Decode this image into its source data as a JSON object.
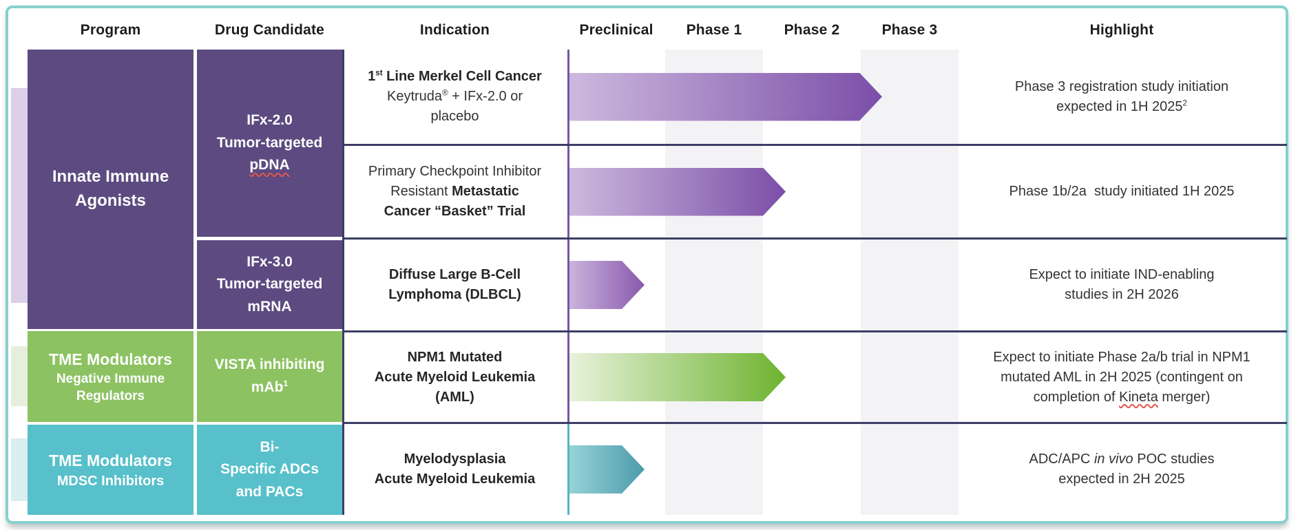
{
  "header": {
    "program": "Program",
    "drug_candidate": "Drug Candidate",
    "indication": "Indication",
    "preclinical": "Preclinical",
    "phase1": "Phase 1",
    "phase2": "Phase 2",
    "phase3": "Phase 3",
    "highlight": "Highlight"
  },
  "programs": {
    "p1": {
      "line1": "Innate Immune",
      "line2": "Agonists"
    },
    "p2": {
      "line1": "TME Modulators",
      "line2": "Negative Immune",
      "line3": "Regulators"
    },
    "p3": {
      "line1": "TME Modulators",
      "line2": "MDSC Inhibitors"
    }
  },
  "drugs": {
    "d1": {
      "line1": "IFx-2.0",
      "line2": "Tumor-targeted",
      "line3": "pDNA"
    },
    "d2": {
      "line1": "IFx-3.0",
      "line2": "Tumor-targeted",
      "line3": "mRNA"
    },
    "d3": {
      "line1": "VISTA inhibiting",
      "line2": "mAb",
      "sup": "1"
    },
    "d4": {
      "line1": "Bi-",
      "line2": "Specific ADCs",
      "line3": "and PACs"
    }
  },
  "rows": [
    {
      "indication": {
        "l1a": "1",
        "l1sup": "st",
        "l1b": " Line Merkel Cell Cancer",
        "l2a": "Keytruda",
        "l2sup": "®",
        "l2b": " + IFx-2.0 or",
        "l3": "placebo"
      },
      "highlight": {
        "l1": "Phase 3 registration study initiation",
        "l2": "expected in 1H 2025",
        "l2sup": "2"
      }
    },
    {
      "indication": {
        "l1": "Primary Checkpoint Inhibitor",
        "l2a": "Resistant ",
        "l2b": "Metastatic",
        "l3": "Cancer “Basket” Trial"
      },
      "highlight": {
        "l1": "Phase 1b/2a  study initiated 1H 2025"
      }
    },
    {
      "indication": {
        "l1": "Diffuse Large B-Cell",
        "l2": "Lymphoma (DLBCL)"
      },
      "highlight": {
        "l1": "Expect to initiate IND-enabling",
        "l2": "studies in 2H 2026"
      }
    },
    {
      "indication": {
        "l1": "NPM1 Mutated",
        "l2": "Acute Myeloid Leukemia",
        "l3": "(AML)"
      },
      "highlight": {
        "l1": "Expect to initiate Phase 2a/b trial in NPM1",
        "l2": "mutated AML in 2H 2025 (contingent on",
        "l3a": "completion of ",
        "l3b": "Kineta",
        "l3c": " merger)"
      }
    },
    {
      "indication": {
        "l1": "Myelodysplasia",
        "l2": "Acute Myeloid Leukemia"
      },
      "highlight": {
        "l1a": "ADC/APC ",
        "l1b": "in vivo",
        "l1c": " POC studies",
        "l2": "expected in 2H 2025"
      }
    }
  ],
  "chart_data": {
    "type": "gantt",
    "phases": [
      "Preclinical",
      "Phase 1",
      "Phase 2",
      "Phase 3"
    ],
    "axis_range": [
      0,
      4
    ],
    "grid": "alternating column shading on Phase 1 and Phase 3",
    "rows": [
      {
        "program": "Innate Immune Agonists",
        "drug": "IFx-2.0 Tumor-targeted pDNA",
        "indication": "1st Line Merkel Cell Cancer — Keytruda + IFx-2.0 or placebo",
        "progress_phases": 3.2,
        "progress_label": "through Phase 2, entering Phase 3",
        "end_frac": 0.8,
        "color_start": "#cdb9de",
        "color_end": "#7b4ea8"
      },
      {
        "program": "Innate Immune Agonists",
        "drug": "IFx-2.0 Tumor-targeted pDNA",
        "indication": "Primary Checkpoint Inhibitor Resistant Metastatic Cancer “Basket” Trial",
        "progress_phases": 2.2,
        "progress_label": "through Phase 1, entering Phase 2",
        "end_frac": 0.553,
        "color_start": "#cdb9de",
        "color_end": "#7b4ea8"
      },
      {
        "program": "Innate Immune Agonists",
        "drug": "IFx-3.0 Tumor-targeted mRNA",
        "indication": "Diffuse Large B-Cell Lymphoma (DLBCL)",
        "progress_phases": 0.8,
        "progress_label": "Preclinical",
        "end_frac": 0.192,
        "color_start": "#c9b4dc",
        "color_end": "#8a58ad"
      },
      {
        "program": "TME Modulators — Negative Immune Regulators",
        "drug": "VISTA inhibiting mAb",
        "indication": "NPM1 Mutated Acute Myeloid Leukemia (AML)",
        "progress_phases": 2.2,
        "progress_label": "through Phase 1, entering Phase 2",
        "end_frac": 0.553,
        "color_start": "#e8f2dc",
        "color_end": "#6db32f"
      },
      {
        "program": "TME Modulators — MDSC Inhibitors",
        "drug": "Bi-Specific ADCs and PACs",
        "indication": "Myelodysplasia / Acute Myeloid Leukemia",
        "progress_phases": 0.8,
        "progress_label": "Preclinical",
        "end_frac": 0.192,
        "color_start": "#96d3d7",
        "color_end": "#4d9bac"
      }
    ]
  },
  "colors": {
    "purple_cell": "#5c4a80",
    "green_cell": "#8cc261",
    "teal_cell": "#57c0ca",
    "divider_navy": "#3d3d66",
    "axis_purple": "#7257a3",
    "axis_teal": "#53b6bd",
    "outer_border_teal": "#86d0cd",
    "column_band_gray": "#f3f3f5",
    "accent_lavender": "#dbd0e8",
    "accent_green": "#e6efdb",
    "accent_blue": "#daedf1"
  }
}
